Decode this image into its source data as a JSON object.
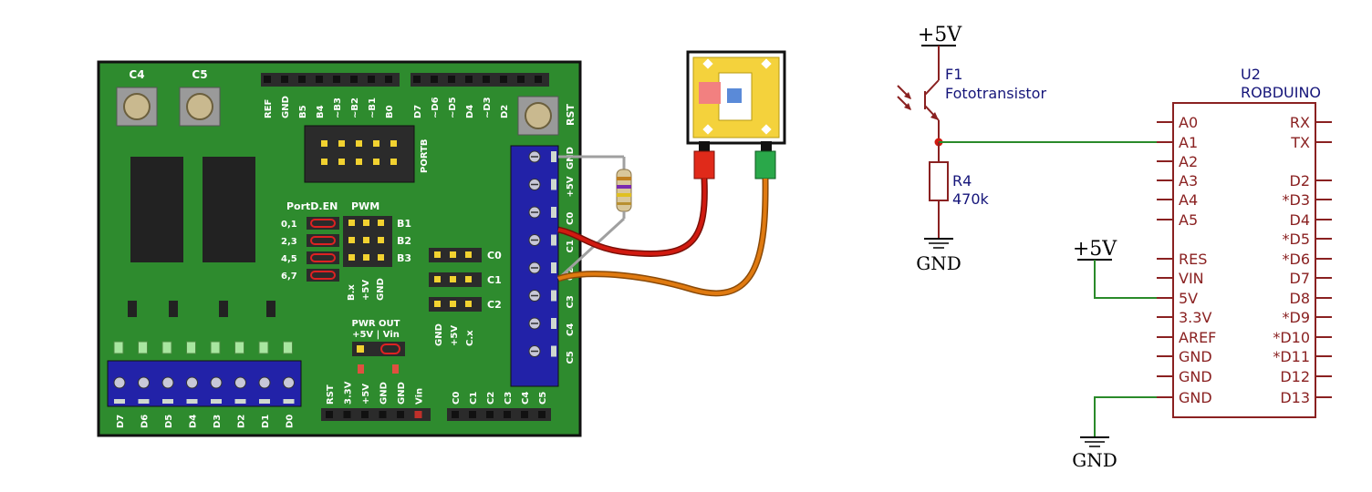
{
  "board": {
    "top_header_labels": [
      "REF",
      "GND",
      "B5",
      "B4",
      "~B3",
      "~B2",
      "~B1",
      "B0",
      "D7",
      "~D6",
      "~D5",
      "D4",
      "~D3",
      "D2"
    ],
    "buttons": [
      {
        "label": "C4"
      },
      {
        "label": "C5"
      },
      {
        "label": "RST"
      }
    ],
    "portb_label": "PORTB",
    "portd_en_label": "PortD.EN",
    "pwm_label": "PWM",
    "portd_rows": [
      "0,1",
      "2,3",
      "4,5",
      "6,7"
    ],
    "pwm_rows": [
      "B1",
      "B2",
      "B3"
    ],
    "pwm_bottom_labels": [
      "B.x",
      "+5V",
      "GND"
    ],
    "analog_rows": [
      "C0",
      "C1",
      "C2"
    ],
    "analog_bottom_labels": [
      "GND",
      "+5V",
      "C.x"
    ],
    "right_terminal_labels": [
      "GND",
      "+5V",
      "C0",
      "C1",
      "C2",
      "C3",
      "C4",
      "C5"
    ],
    "pwr_out_title": "PWR OUT",
    "pwr_out_sub": "+5V | Vin",
    "bottom_left_labels": [
      "D7",
      "D6",
      "D5",
      "D4",
      "D3",
      "D2",
      "D1",
      "D0"
    ],
    "bottom_power_labels": [
      "RST",
      "3.3V",
      "+5V",
      "GND",
      "GND",
      "Vin"
    ],
    "bottom_analog_labels": [
      "C0",
      "C1",
      "C2",
      "C3",
      "C4",
      "C5"
    ]
  },
  "schematic": {
    "phototransistor": {
      "ref": "F1",
      "value": "Fototransistor"
    },
    "resistor": {
      "ref": "R4",
      "value": "470k"
    },
    "ic": {
      "ref": "U2",
      "value": "ROBDUINO"
    },
    "power_top": "+5V",
    "power_mid": "+5V",
    "gnd_left": "GND",
    "gnd_bottom": "GND",
    "left_pins": [
      "A0",
      "A1",
      "A2",
      "A3",
      "A4",
      "A5",
      "RES",
      "VIN",
      "5V",
      "3.3V",
      "AREF",
      "GND",
      "GND",
      "GND"
    ],
    "right_pins": [
      "RX",
      "TX",
      "D2",
      "*D3",
      "D4",
      "*D5",
      "*D6",
      "D7",
      "D8",
      "*D9",
      "*D10",
      "*D11",
      "D12",
      "D13"
    ]
  },
  "colors": {
    "pcb": "#2e8b2e",
    "terminal_blue": "#2222a8",
    "wire_red": "#d11a10",
    "wire_orange": "#e07a10",
    "wire_gray": "#a0a0a0",
    "net_green": "#2a8a2a",
    "symbol_red": "#8a2121",
    "text_navy": "#15157a"
  }
}
